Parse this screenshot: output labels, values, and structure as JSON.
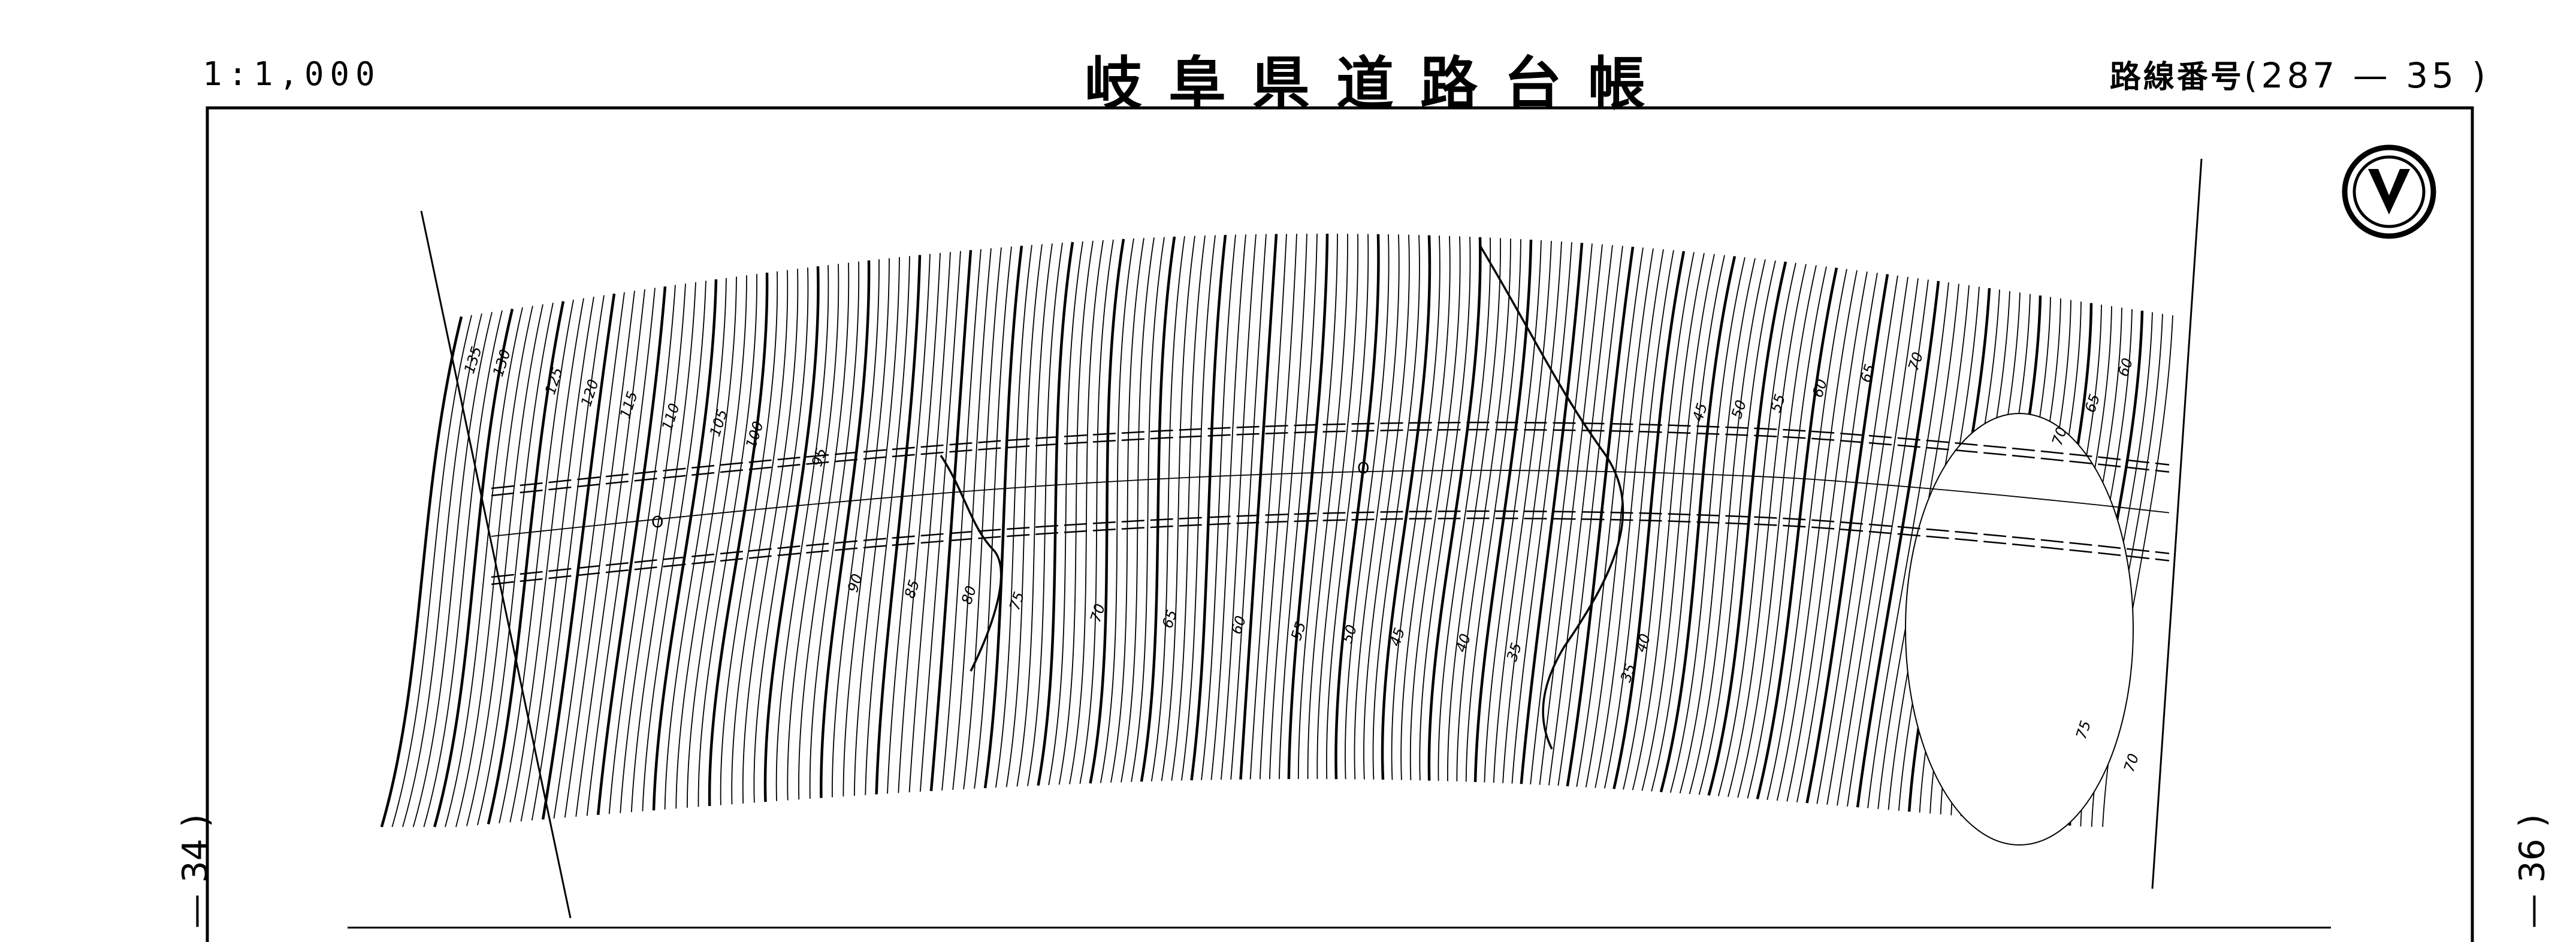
{
  "header": {
    "scale": "1:1,000",
    "title": "岐阜県道路台帳",
    "route_label": "路線番号",
    "route_number": "(287 — 35 )"
  },
  "side_labels": {
    "left": "— 34 )",
    "right": "— 36 )"
  },
  "map": {
    "north_symbol": "north-arrow-icon",
    "line_color": "#000000",
    "contour_labels": [
      "135",
      "130",
      "125",
      "120",
      "115",
      "110",
      "105",
      "100",
      "95",
      "90",
      "85",
      "80",
      "75",
      "70",
      "65",
      "60",
      "55",
      "50",
      "45",
      "40",
      "35",
      "35",
      "40",
      "45",
      "50",
      "55",
      "60",
      "65",
      "70",
      "70",
      "65",
      "60",
      "75",
      "70"
    ],
    "point_marks": [
      "O",
      "O"
    ]
  }
}
